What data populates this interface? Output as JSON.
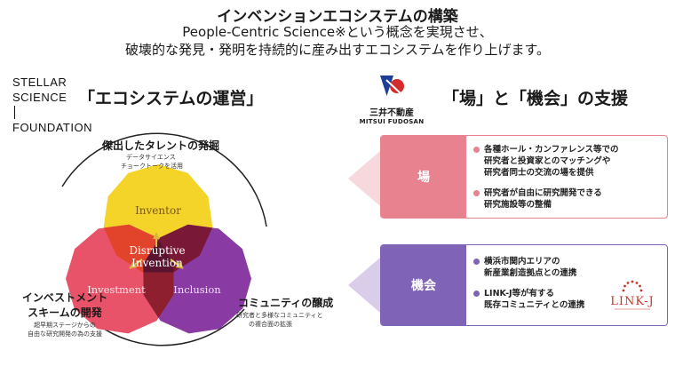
{
  "title": {
    "line1": "インベンションエコシステムの構築",
    "line2": "People-Centric Science※という概念を実現させ、",
    "line3": "破壊的な発見・発明を持続的に産み出すエコシステムを作り上げます。"
  },
  "ssf_logo": {
    "line1": "STELLAR",
    "line2": "SCIENCE",
    "line3": "FOUNDATION"
  },
  "left_heading": "「エコシステムの運営」",
  "right_heading": "「場」と「機会」の支援",
  "mitsui": {
    "name": "三井不動産",
    "en": "MITSUI FUDOSAN",
    "logo_icon": "mitsui-fudosan-logo-icon"
  },
  "venn": {
    "top_label": "傑出したタレントの発掘",
    "top_sub1": "データサイエンス",
    "top_sub2": "チョークトークを活用",
    "left_label1": "インベストメント",
    "left_label2": "スキームの開発",
    "left_sub1": "超早期ステージからの",
    "left_sub2": "自由な研究開発の為の支援",
    "right_label": "コミュニティの醸成",
    "right_sub1": "研究者と多様なコミュニティと",
    "right_sub2": "の複合面の拡張",
    "circle_inventor": "Inventor",
    "circle_investment": "Investment",
    "circle_inclusion": "Inclusion",
    "center1": "Disruptive",
    "center2": "Invention",
    "colors": {
      "yellow": "#f5d42a",
      "red": "#e8536a",
      "purple": "#8a3aa3",
      "red_orange": "#e2442b",
      "dark_wine": "#7a1838",
      "maroon": "#8e1f2f",
      "dark_center": "#5a1430"
    }
  },
  "ba": {
    "label": "場",
    "color": "#e8828e",
    "items": [
      {
        "l1": "各種ホール・カンファレンス等での",
        "l2": "研究者と投資家とのマッチングや",
        "l3": "研究者同士の交流の場を提供"
      },
      {
        "l1": "研究者が自由に研究開発できる",
        "l2": "研究施設等の整備"
      }
    ]
  },
  "kikai": {
    "label": "機会",
    "color": "#7f63b7",
    "items": [
      {
        "l1": "横浜市関内エリアの",
        "l2": "新産業創造拠点との連携"
      },
      {
        "l1": "LINK-J等が有する",
        "l2": "既存コミュニティとの連携"
      }
    ]
  },
  "linkj": {
    "text": "LINK-J",
    "icon": "linkj-logo-icon",
    "color": "#c0392b"
  }
}
